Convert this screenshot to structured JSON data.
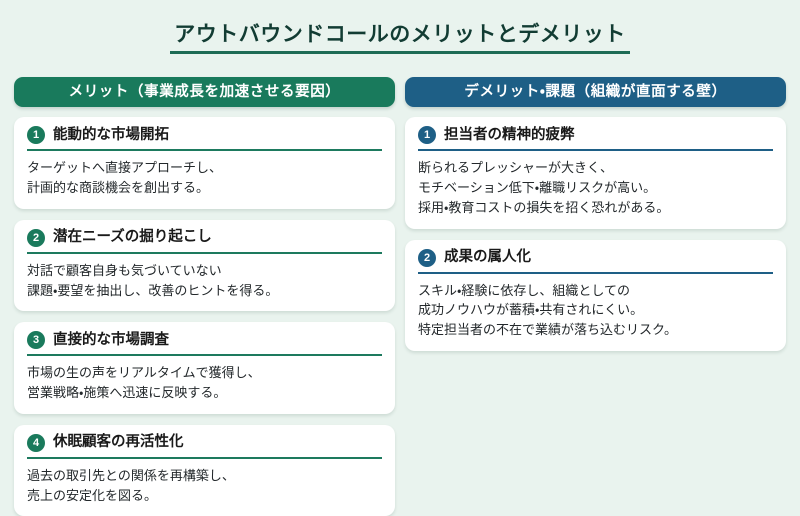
{
  "title": "アウトバウンドコールのメリットとデメリット",
  "colors": {
    "background": "#e9f3ee",
    "merit_accent": "#197a5c",
    "demerit_accent": "#1e5f86",
    "title_text": "#123c33",
    "card_background": "#ffffff",
    "body_text": "#23282b"
  },
  "columns": [
    {
      "key": "merit",
      "header": "メリット（事業成長を加速させる要因）",
      "cards": [
        {
          "number": "1",
          "title": "能動的な市場開拓",
          "body": "ターゲットへ直接アプローチし、\n計画的な商談機会を創出する。"
        },
        {
          "number": "2",
          "title": "潜在ニーズの掘り起こし",
          "body": "対話で顧客自身も気づいていない\n課題・要望を抽出し、改善のヒントを得る。"
        },
        {
          "number": "3",
          "title": "直接的な市場調査",
          "body": "市場の生の声をリアルタイムで獲得し、\n営業戦略・施策へ迅速に反映する。"
        },
        {
          "number": "4",
          "title": "休眠顧客の再活性化",
          "body": "過去の取引先との関係を再構築し、\n売上の安定化を図る。"
        }
      ]
    },
    {
      "key": "demerit",
      "header": "デメリット・課題（組織が直面する壁）",
      "cards": [
        {
          "number": "1",
          "title": "担当者の精神的疲弊",
          "body": "断られるプレッシャーが大きく、\nモチベーション低下・離職リスクが高い。\n採用・教育コストの損失を招く恐れがある。"
        },
        {
          "number": "2",
          "title": "成果の属人化",
          "body": "スキル・経験に依存し、組織としての\n成功ノウハウが蓄積・共有されにくい。\n特定担当者の不在で業績が落ち込むリスク。"
        }
      ]
    }
  ]
}
